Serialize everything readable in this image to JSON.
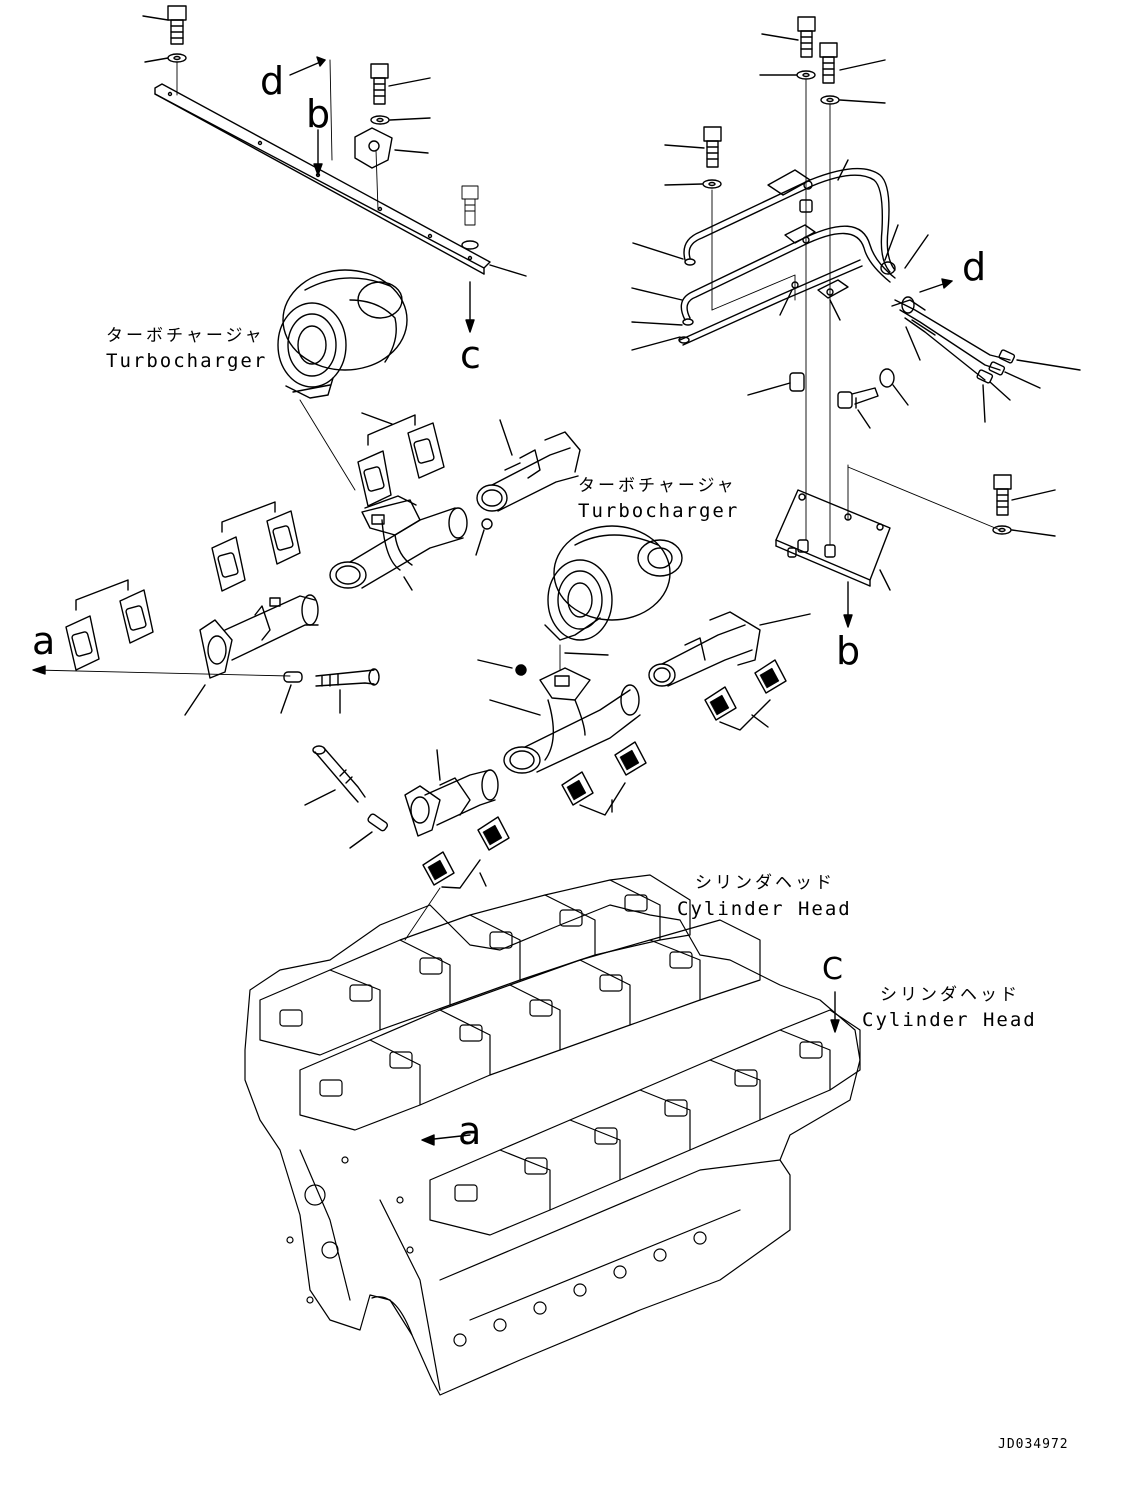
{
  "labels": {
    "turbo_top": {
      "jp": "ターボチャージャ",
      "en": "Turbocharger"
    },
    "turbo_mid": {
      "jp": "ターボチャージャ",
      "en": "Turbocharger"
    },
    "head_center": {
      "jp": "シリンダヘッド",
      "en": "Cylinder Head"
    },
    "head_right": {
      "jp": "シリンダヘッド",
      "en": "Cylinder Head"
    }
  },
  "refs": {
    "d_left": "d",
    "b_left": "b",
    "c_left": "c",
    "d_right": "d",
    "b_right": "b",
    "a_left": "a",
    "a_lower": "a",
    "c_right": "C"
  },
  "drawing_code": "JD034972"
}
